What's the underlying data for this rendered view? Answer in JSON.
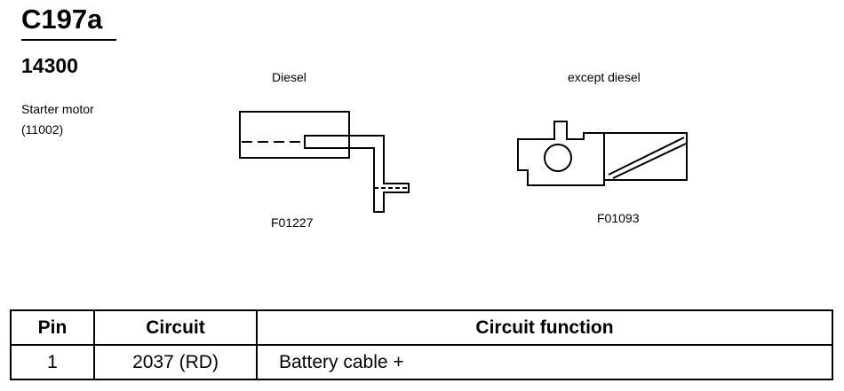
{
  "header": {
    "connector_id": "C197a",
    "part_number": "14300",
    "component_name": "Starter motor",
    "component_code": "(11002)"
  },
  "variants": [
    {
      "label": "Diesel",
      "figure": "F01227"
    },
    {
      "label": "except diesel",
      "figure": "F01093"
    }
  ],
  "pin_table": {
    "headers": [
      "Pin",
      "Circuit",
      "Circuit function"
    ],
    "rows": [
      {
        "pin": "1",
        "circuit": "2037 (RD)",
        "function": "Battery cable +"
      }
    ]
  }
}
